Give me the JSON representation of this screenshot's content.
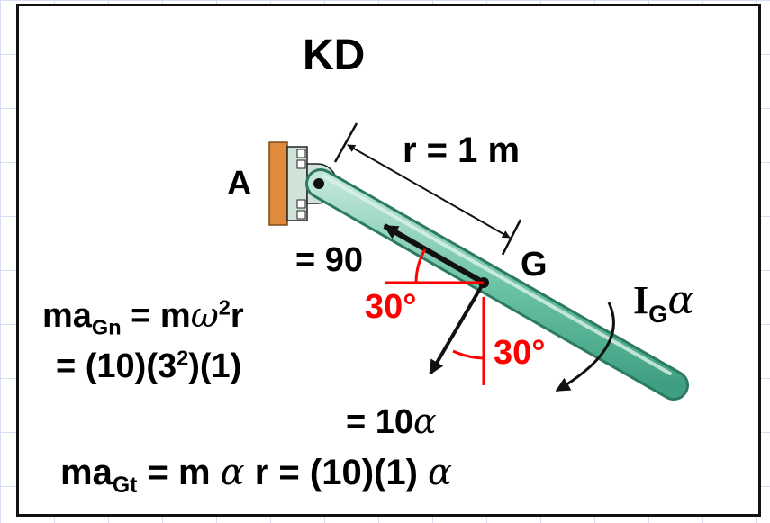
{
  "title": "KD",
  "labels": {
    "pin": "A",
    "center": "G",
    "r": "r = 1 m",
    "normal_value": "= 90",
    "angle1": "30°",
    "angle2": "30°",
    "tangential_value_prefix": "= 10",
    "alpha": "α",
    "omega": "ω"
  },
  "eq_normal": {
    "ma": "ma",
    "sub": "Gn",
    "mid": " = m",
    "sq": "2",
    "end": "r",
    "line2_a": "= (10)(3",
    "line2_sq": "2",
    "line2_b": ")(1)"
  },
  "eq_tangential": {
    "ma": "ma",
    "sub": "Gt",
    "mid": " = m ",
    "end": " r = (10)(1) "
  },
  "inertia": {
    "I": "I",
    "sub": "G"
  },
  "colors": {
    "rod": "#5fb89b",
    "rod_edge": "#2d7a63",
    "wall": "#e08a3c",
    "bracket": "#bfd9cd",
    "arrow": "#111111",
    "accent_red": "#ff0000"
  }
}
